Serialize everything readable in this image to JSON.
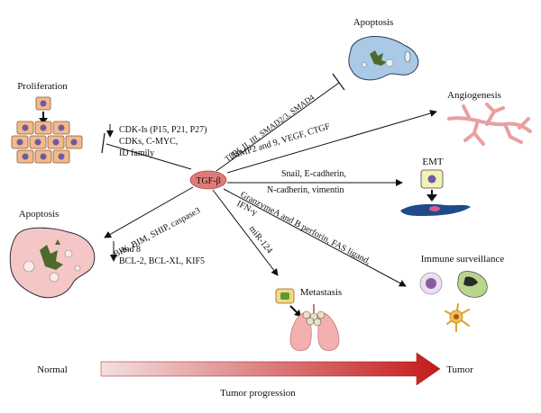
{
  "center": {
    "label": "TGF-β"
  },
  "outcomes": {
    "proliferation": "Proliferation",
    "apoptosis_top": "Apoptosis",
    "angiogenesis": "Angiogenesis",
    "emt": "EMT",
    "immune_surveillance": "Immune surveillance",
    "metastasis": "Metastasis",
    "apoptosis_left": "Apoptosis"
  },
  "pathways": {
    "proliferation": [
      "CDK-Is (P15, P21, P27)",
      "CDKs, C-MYC,",
      "ID family"
    ],
    "apoptosis_top": "TβRI, II, III, SMAD2/3, SMAD4",
    "angiogenesis": "MMP2 and 9, VEGF, CTGF",
    "emt": [
      "Snail, E-cadherin,",
      "N-cadherin, vimentin"
    ],
    "immune": [
      "GranzymeA and B perforin, FAS ligand,",
      "IFN-γ"
    ],
    "metastasis": "miR-124",
    "apoptosis_left": [
      "BIK, BIM, SHIP, caspase3",
      "and 8",
      "BCL-2, BCL-XL, KIF5"
    ]
  },
  "progression": {
    "start": "Normal",
    "end": "Tumor",
    "label": "Tumor progression"
  },
  "colors": {
    "center_fill": "#e07a7a",
    "progression_arrow": "#c41a1a",
    "cell_orange": "#f2b98a",
    "nucleus": "#6b5aa6",
    "vessel": "#e8a0a0",
    "apoptosis_fill": "#f4c6c6",
    "apoptosis_top_fill": "#a9c9e6",
    "emt_cell": "#1f4a8a"
  }
}
